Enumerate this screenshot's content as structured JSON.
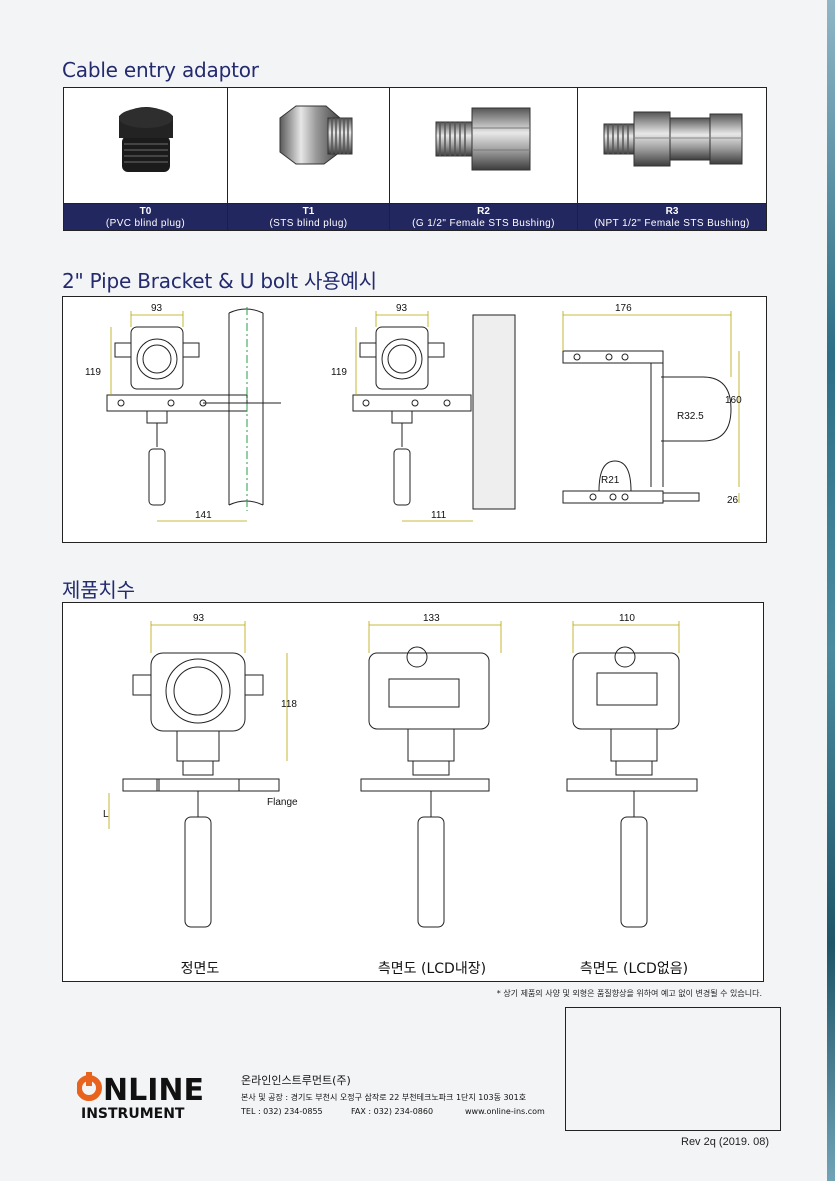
{
  "sections": {
    "cable_title": "Cable entry adaptor",
    "bracket_title": "2\" Pipe Bracket & U bolt 사용예시",
    "dimension_title": "제품치수"
  },
  "cable_adaptors": [
    {
      "code": "T0",
      "desc": "(PVC blind plug)"
    },
    {
      "code": "T1",
      "desc": "(STS blind plug)"
    },
    {
      "code": "R2",
      "desc": "(G 1/2\" Female STS Bushing)"
    },
    {
      "code": "R3",
      "desc": "(NPT 1/2\" Female STS Bushing)"
    }
  ],
  "bracket_dims": {
    "pipe_width": "93",
    "pipe_height": "119",
    "pipe_offset": "141",
    "wall_width": "93",
    "wall_height": "119",
    "wall_offset": "111",
    "bracket_width": "176",
    "bracket_height": "160",
    "bolt_radius": "R32.5",
    "small_radius": "R21",
    "bottom_dim": "26"
  },
  "product_dims": {
    "front_width": "93",
    "front_height": "118",
    "flange_label": "Flange",
    "length_label": "L",
    "side_lcd_width": "133",
    "side_nolcd_width": "110"
  },
  "view_labels": {
    "front": "정면도",
    "side_lcd": "측면도 (LCD내장)",
    "side_nolcd": "측면도 (LCD없음)"
  },
  "note": "* 상기 제품의 사양 및 외형은 품질향상을 위하여 예고 없이 변경될 수 있습니다.",
  "company": {
    "logo_top": "NLINE",
    "logo_bottom": "INSTRUMENT",
    "name": "온라인인스트루먼트(주)",
    "address": "본사 및 공장 : 경기도 부천시 오정구 삼작로 22  부천테크노파크 1단지 103동 301호",
    "tel": "TEL : 032) 234-0855",
    "fax": "FAX : 032) 234-0860",
    "web": "www.online-ins.com"
  },
  "revision": "Rev 2q (2019. 08)",
  "colors": {
    "title": "#232a6e",
    "caption_bg": "#23275f",
    "logo_orange": "#e8641e"
  }
}
